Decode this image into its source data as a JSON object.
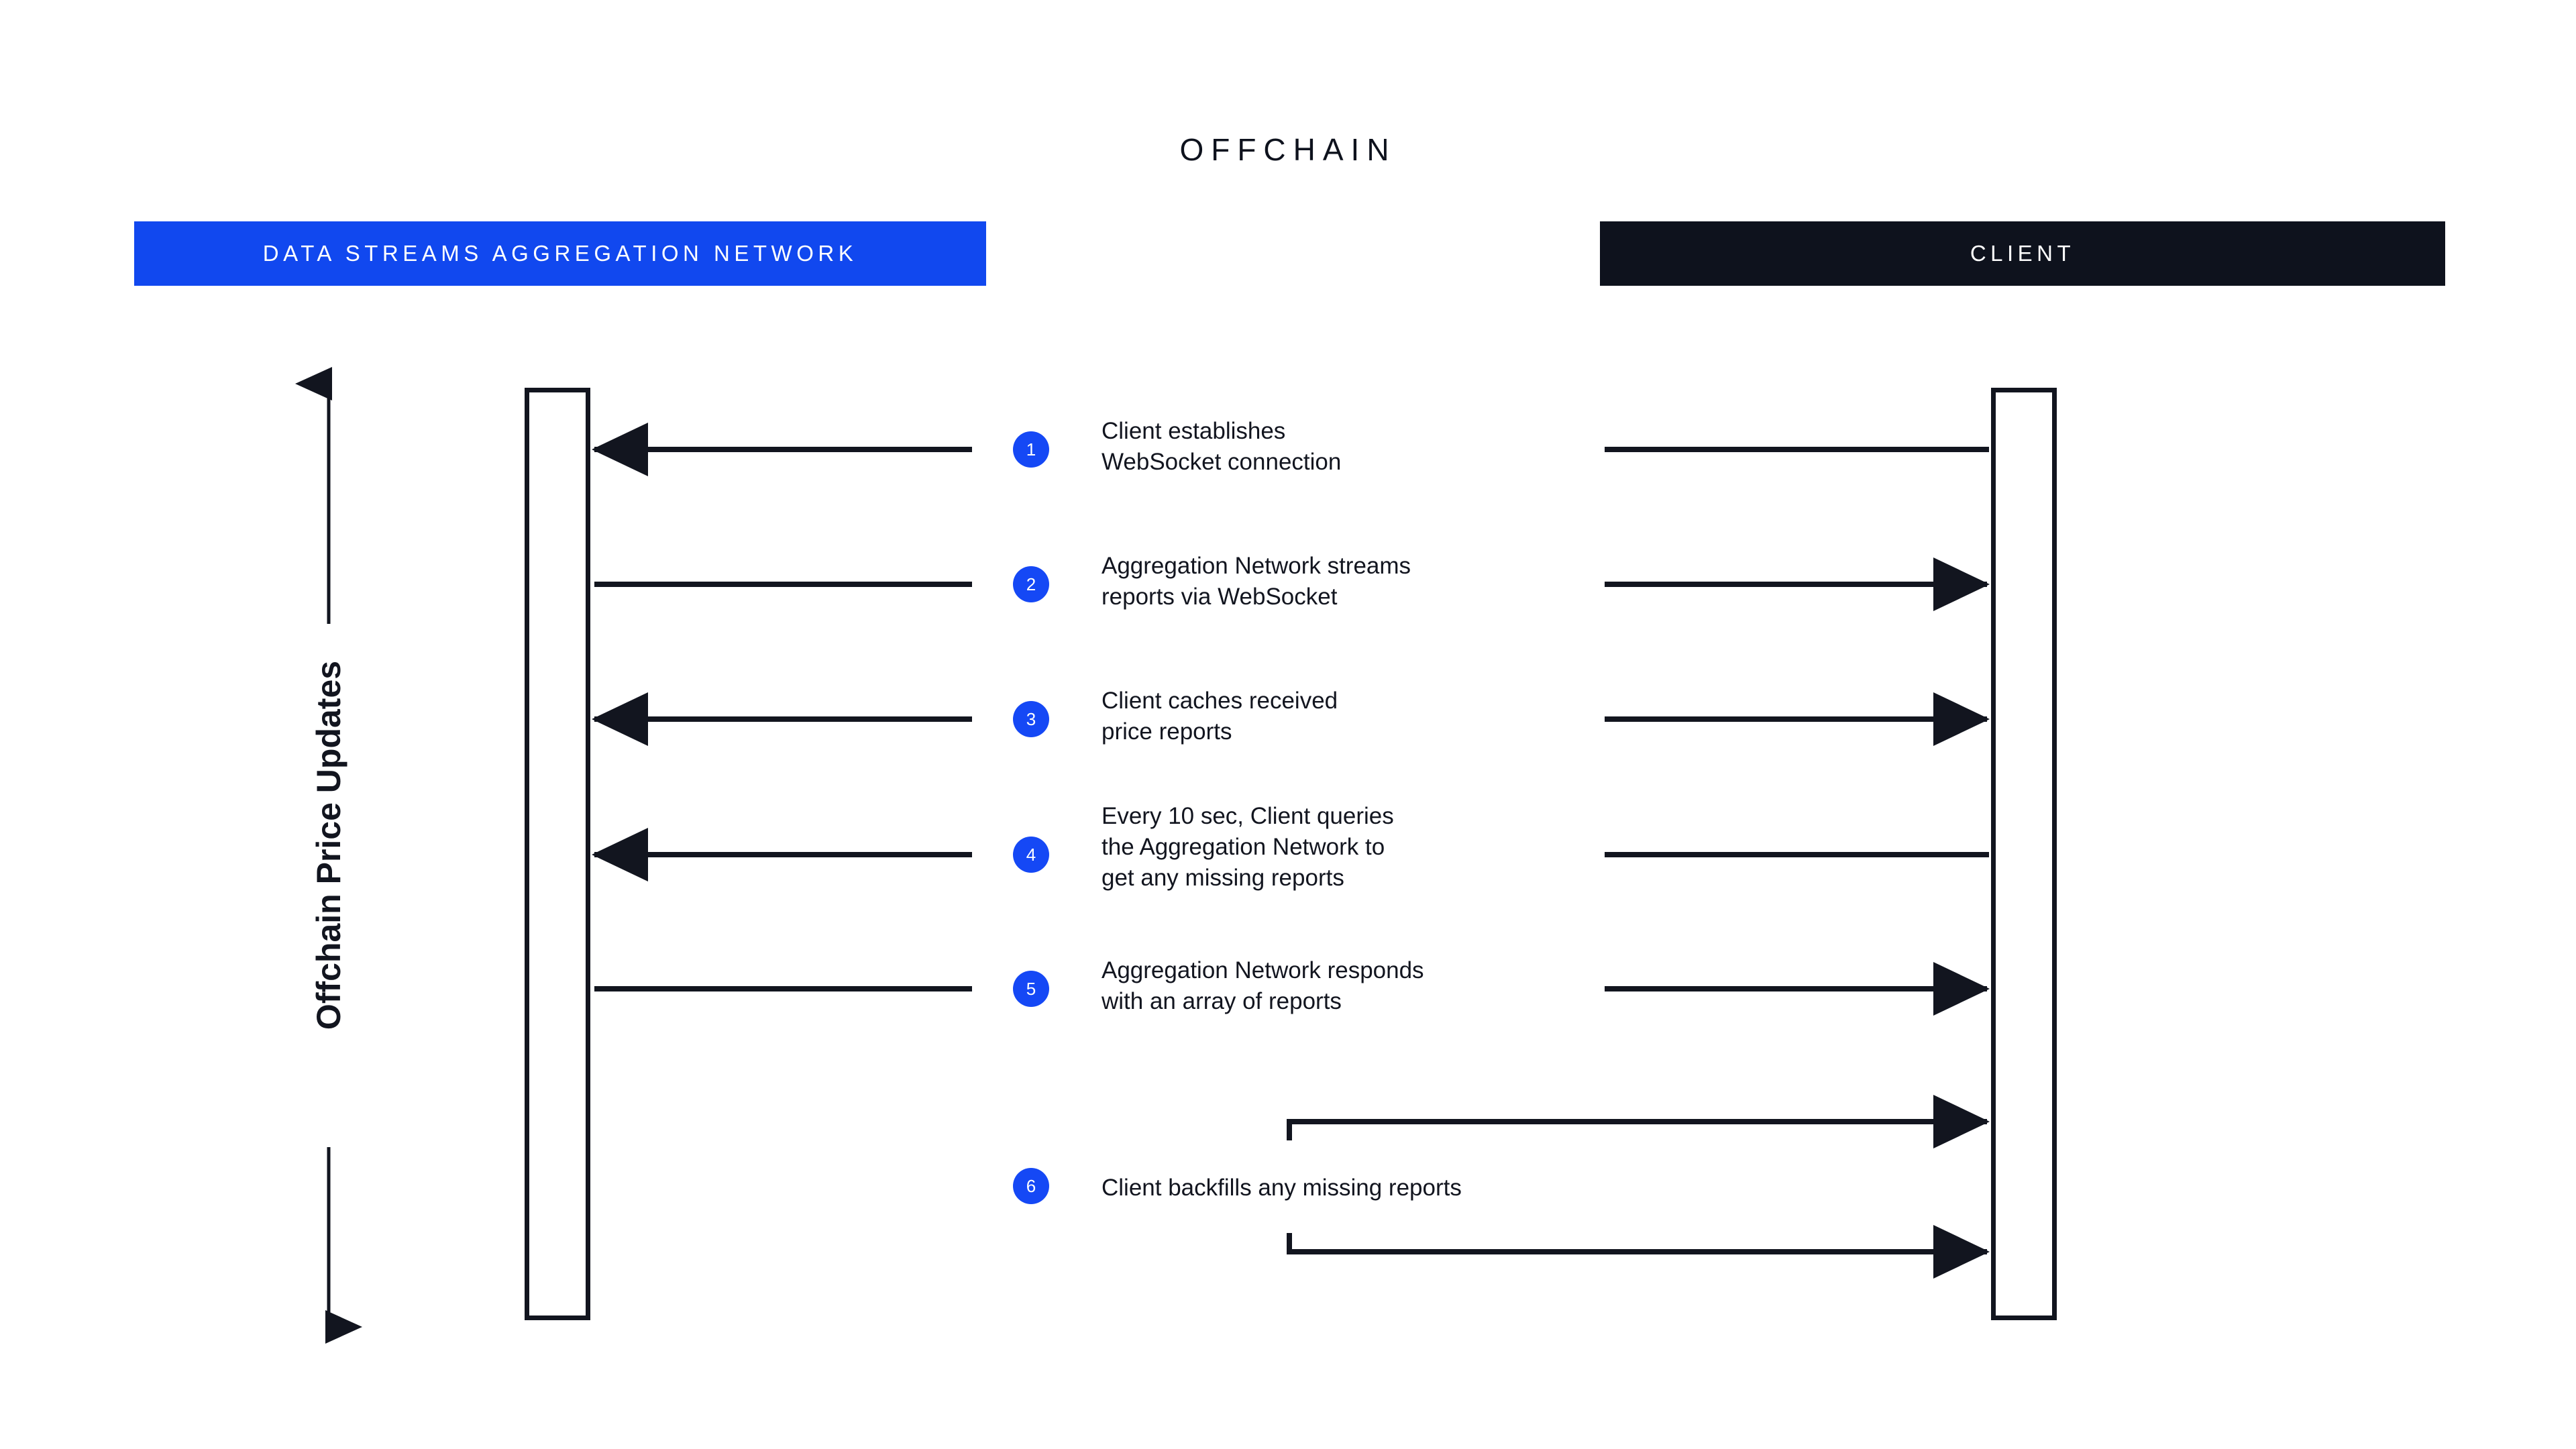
{
  "title": "OFFCHAIN",
  "colors": {
    "accent_blue": "#1148EF",
    "badge_blue": "#1548F5",
    "dark": "#0E121D",
    "stroke": "#12151F",
    "background": "#FFFFFF"
  },
  "actors": [
    {
      "id": "network",
      "label": "DATA STREAMS AGGREGATION NETWORK",
      "bar_color": "#1148EF",
      "text_color": "#FFFFFF"
    },
    {
      "id": "client",
      "label": "CLIENT",
      "bar_color": "#0E121D",
      "text_color": "#FFFFFF"
    }
  ],
  "axis": {
    "label": "Offchain Price Updates",
    "direction": "double-headed-vertical",
    "icon": "double-arrow-vertical-icon"
  },
  "steps": [
    {
      "number": "1",
      "text": "Client establishes\nWebSocket connection",
      "left_segment": "arrow-left",
      "right_segment": "line"
    },
    {
      "number": "2",
      "text": "Aggregation Network streams\nreports via WebSocket",
      "left_segment": "line",
      "right_segment": "arrow-right"
    },
    {
      "number": "3",
      "text": "Client caches received\nprice reports",
      "left_segment": "arrow-left",
      "right_segment": "arrow-right"
    },
    {
      "number": "4",
      "text": "Every 10 sec, Client queries\nthe Aggregation Network to\nget any missing reports",
      "left_segment": "arrow-left",
      "right_segment": "line"
    },
    {
      "number": "5",
      "text": "Aggregation Network responds\nwith an array of reports",
      "left_segment": "line",
      "right_segment": "arrow-right"
    },
    {
      "number": "6",
      "text": "Client backfills any missing reports",
      "left_segment": "none",
      "right_segment": "self-loop-bracket-pair"
    }
  ]
}
